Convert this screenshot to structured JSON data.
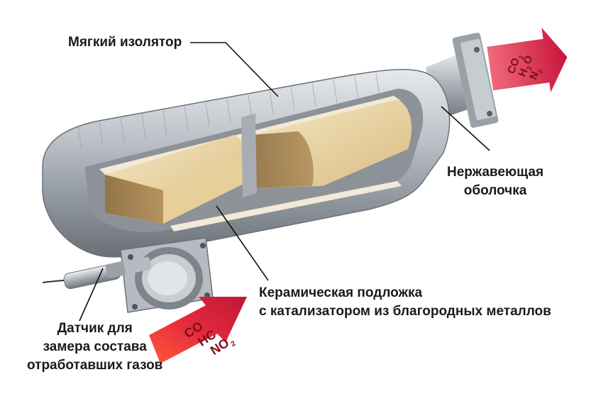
{
  "labels": {
    "soft_insulator": "Мягкий изолятор",
    "stainless_shell": [
      "Нержавеющая",
      "оболочка"
    ],
    "ceramic_substrate": [
      "Керамическая подложка",
      "с катализатором из благородных металлов"
    ],
    "gas_sensor": [
      "Датчик для",
      "замера состава",
      "отработавших газов"
    ]
  },
  "gases": {
    "inlet": [
      "CO",
      "HC",
      "NO",
      "2"
    ],
    "outlet": [
      "CO",
      "2",
      "H",
      "2",
      "O",
      "N",
      "2"
    ]
  },
  "colors": {
    "arrow": "#d8243a",
    "ceramic": "#e9d3a2",
    "steel": "#b9bec4",
    "text": "#1a1a1a"
  }
}
